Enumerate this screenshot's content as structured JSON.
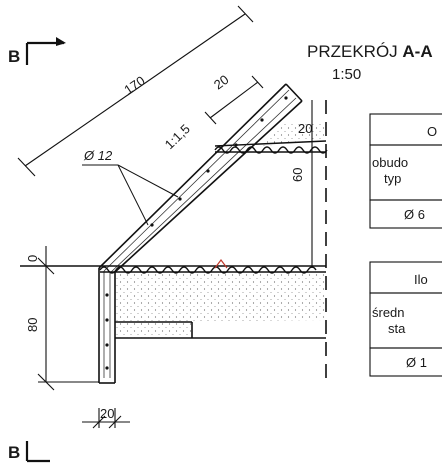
{
  "title": {
    "prefix": "PRZEKRÓJ ",
    "bold": "A-A",
    "scale": "1:50"
  },
  "section_marks": {
    "top": "B",
    "bottom": "B"
  },
  "dimensions": {
    "slope_length": "170",
    "slab_thickness_top": "20",
    "slope_ratio": "1:1,5",
    "rebar_label": "Ø 12",
    "rise": "60",
    "zero": "0",
    "wall_height": "80",
    "wall_thickness": "20",
    "small_20": "20"
  },
  "tables": [
    {
      "header": "O",
      "body": [
        "obudo",
        "typ"
      ],
      "footer": "Ø 6"
    },
    {
      "header": "Ilo",
      "body": [
        "średn",
        "sta"
      ],
      "footer": "Ø 1"
    }
  ]
}
